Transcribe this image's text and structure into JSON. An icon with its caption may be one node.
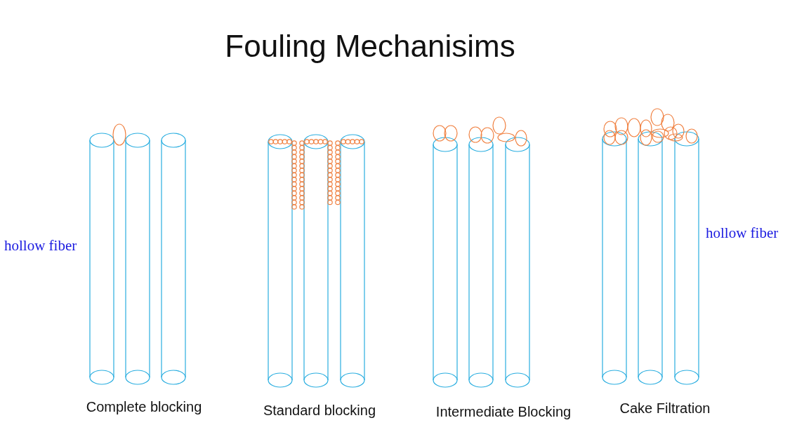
{
  "diagram": {
    "title": "Fouling Mechanisims",
    "labels": [
      "hollow fiber",
      "hollow fiber",
      "Complete blocking",
      "Standard blocking",
      "Intermediate Blocking",
      "Cake Filtration"
    ]
  }
}
